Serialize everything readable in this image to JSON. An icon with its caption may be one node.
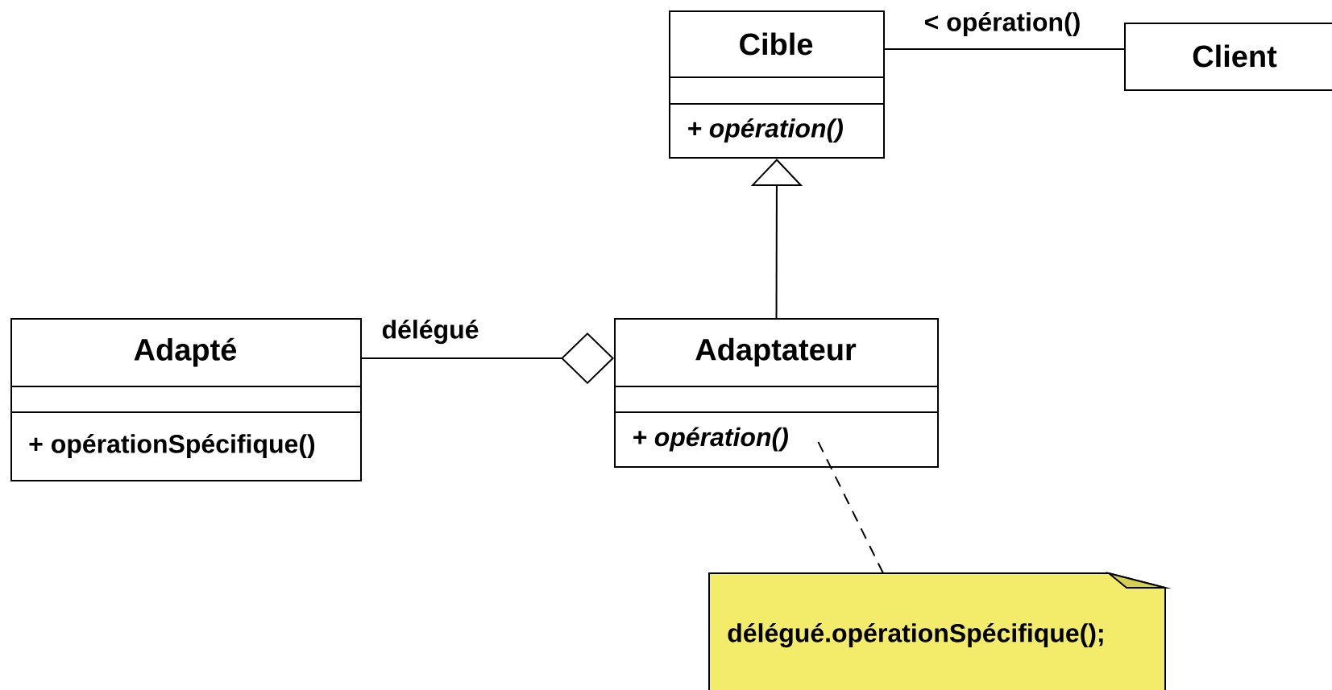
{
  "diagram": {
    "nodes": [
      {
        "text": [
          "Cible",
          "+ opération()"
        ]
      },
      {
        "text": [
          "Client"
        ]
      },
      {
        "text": [
          "Adapté",
          "+ opérationSpécifique()"
        ]
      },
      {
        "text": [
          "Adaptateur",
          "+ opération()"
        ]
      },
      {
        "text": [
          "délégué.opérationSpécifique();"
        ]
      }
    ],
    "edges": [
      {
        "from": 1,
        "to": 0,
        "arrow": "none",
        "label": "< opération()"
      },
      {
        "from": 3,
        "to": 0,
        "arrow": "to"
      },
      {
        "from": 2,
        "to": 3,
        "arrow": "other",
        "label": "délégué"
      },
      {
        "from": 4,
        "to": 3,
        "arrow": "none",
        "style": "dashed"
      }
    ]
  }
}
